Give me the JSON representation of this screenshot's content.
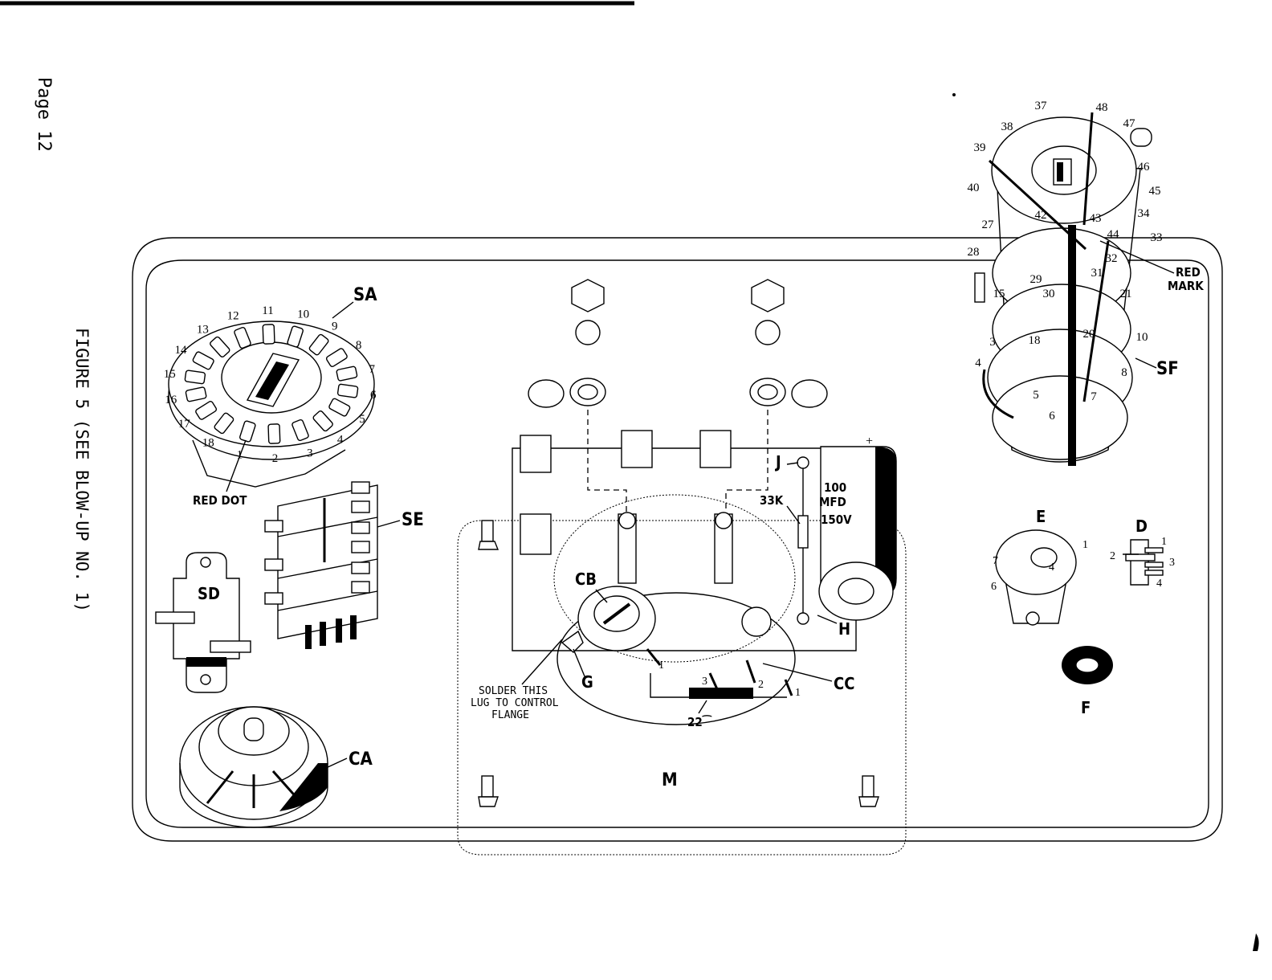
{
  "page": {
    "page_label": "Page 12",
    "figure_caption": "FIGURE 5 (SEE BLOW-UP NO. 1)"
  },
  "parts": {
    "sa": "SA",
    "se": "SE",
    "sd": "SD",
    "ca": "CA",
    "cb": "CB",
    "cc": "CC",
    "g": "G",
    "h": "H",
    "j": "J",
    "m": "M",
    "e": "E",
    "d": "D",
    "f": "F",
    "sf": "SF"
  },
  "annotations": {
    "red_dot": "RED DOT",
    "red_mark_line1": "RED",
    "red_mark_line2": "MARK",
    "solder_line1": "SOLDER THIS",
    "solder_line2": "LUG TO CONTROL",
    "solder_line3": "FLANGE",
    "resistor": "33K",
    "cap_line1": "100",
    "cap_line2": "MFD",
    "cap_line3": "150V",
    "wire_length": "22⁀",
    "plus": "+"
  },
  "sa_lug_numbers": [
    "1",
    "2",
    "3",
    "4",
    "5",
    "6",
    "7",
    "8",
    "9",
    "10",
    "11",
    "12",
    "13",
    "14",
    "15",
    "16",
    "17",
    "18"
  ],
  "sf_lug_numbers": [
    "3",
    "4",
    "5",
    "6",
    "7",
    "8",
    "10",
    "15",
    "18",
    "20",
    "21",
    "27",
    "28",
    "29",
    "30",
    "31",
    "32",
    "33",
    "34",
    "37",
    "38",
    "39",
    "40",
    "42",
    "43",
    "44",
    "45",
    "46",
    "47",
    "48"
  ],
  "socket_e_pins": [
    "1",
    "4",
    "6",
    "7"
  ],
  "switch_d_pins": [
    "1",
    "2",
    "3",
    "4"
  ],
  "terminal_numbers": {
    "cb_lug": "1",
    "cc_lug3": "3",
    "cc_lug2": "2",
    "cc_lug1": "1"
  }
}
